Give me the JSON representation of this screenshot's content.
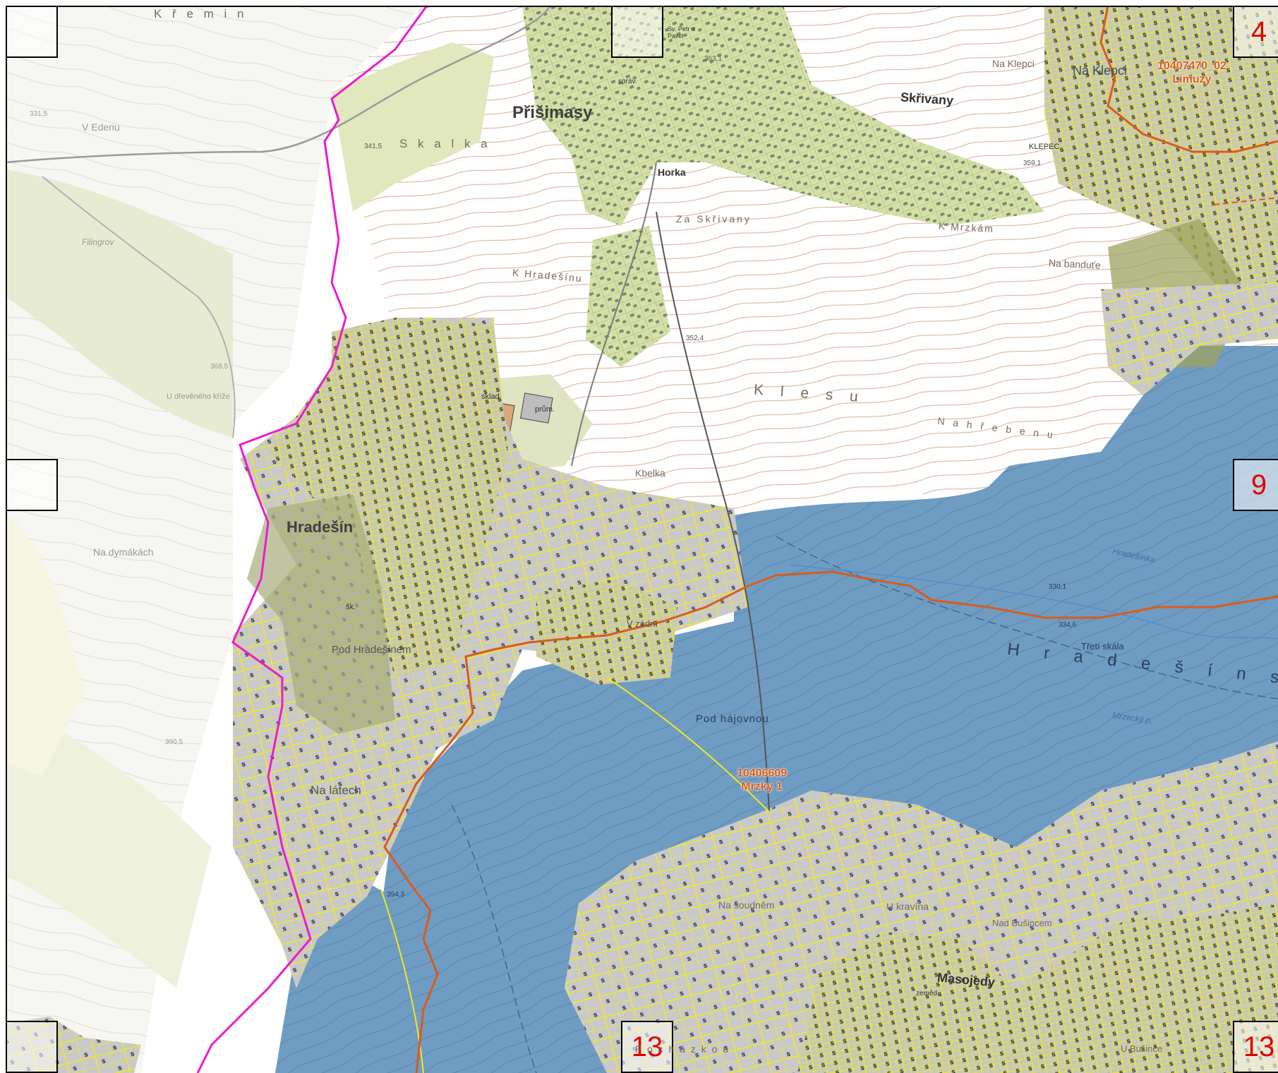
{
  "map": {
    "colors": {
      "forest_area": "#6f9cc2",
      "parcel_fill": "#c9c9cb",
      "parcel_lines": "#f2ea1c",
      "municipal_boundary": "#ea1ccf",
      "orange_boundary": "#d95b1b",
      "contour": "#d8a48f",
      "village_green": "#cfdc9e"
    },
    "sheet_labels": [
      {
        "id": "sheet-4",
        "label": "4"
      },
      {
        "id": "sheet-9",
        "label": "9"
      },
      {
        "id": "sheet-13-left",
        "label": "13"
      },
      {
        "id": "sheet-13-right",
        "label": "13"
      }
    ],
    "area_labels": [
      {
        "code": "10407470_02",
        "name": "Limuzy"
      },
      {
        "code": "10406609",
        "name": "Mrzky 1"
      }
    ],
    "places": {
      "prisimasy": "Přišimasy",
      "skrivany": "Skřivany",
      "hradesin": "Hradešín",
      "masojedy": "Masojedy",
      "horka": "Horka",
      "klepec": "KLEPEC",
      "kremin": "K ř e m i n",
      "skalka": "S k a l k a",
      "za_skrivany": "Za Skřivany",
      "k_mrzkam": "K Mrzkám",
      "na_klepci_small": "Na Klepci",
      "na_klepci_big": "Na Klepci",
      "na_bandute": "Na banduťe",
      "k_hradesinu": "K Hradešínu",
      "k_lesu": "K l e s u",
      "na_hrebenu": "N a  h ř e b e n u",
      "kbelka": "Kbelka",
      "v_edenu": "V Edenu",
      "filingrov": "Filingrov",
      "u_dreveneho_krize": "U dřevěného kříže",
      "na_dymakach": "Na dymákách",
      "pod_hradesinem": "Pod Hradešínem",
      "na_latech": "Na látech",
      "pod_hajovnou": "Pod hájovnou",
      "treti_skala": "Třetí skála",
      "hradesinsky": "H r a d e š í n s k ý  l",
      "na_soudnem": "Na soudněm",
      "u_kravina": "U kravína",
      "nad_busincem": "Nad Bušincem",
      "u_busince": "U Bušince",
      "v_zadni": "V zádní",
      "sklad": "sklad",
      "prum": "prům.",
      "sv_petr": "Sv. Petr a Pavel",
      "hradesinka": "Hradešínka",
      "mrzecky": "Mrzecký p.",
      "pachazku": "P o c h á z k o u",
      "zemed": "zeměd.",
      "sk": "šk.",
      "sprav": "správ."
    },
    "spot_heights": {
      "h1": "331,5",
      "h2": "341,5",
      "h3": "368,5",
      "h4": "390,5",
      "h5": "352,4",
      "h6": "359,1",
      "h7": "363,1",
      "h8": "330,1",
      "h9": "334,6",
      "h10": "394,3"
    }
  }
}
